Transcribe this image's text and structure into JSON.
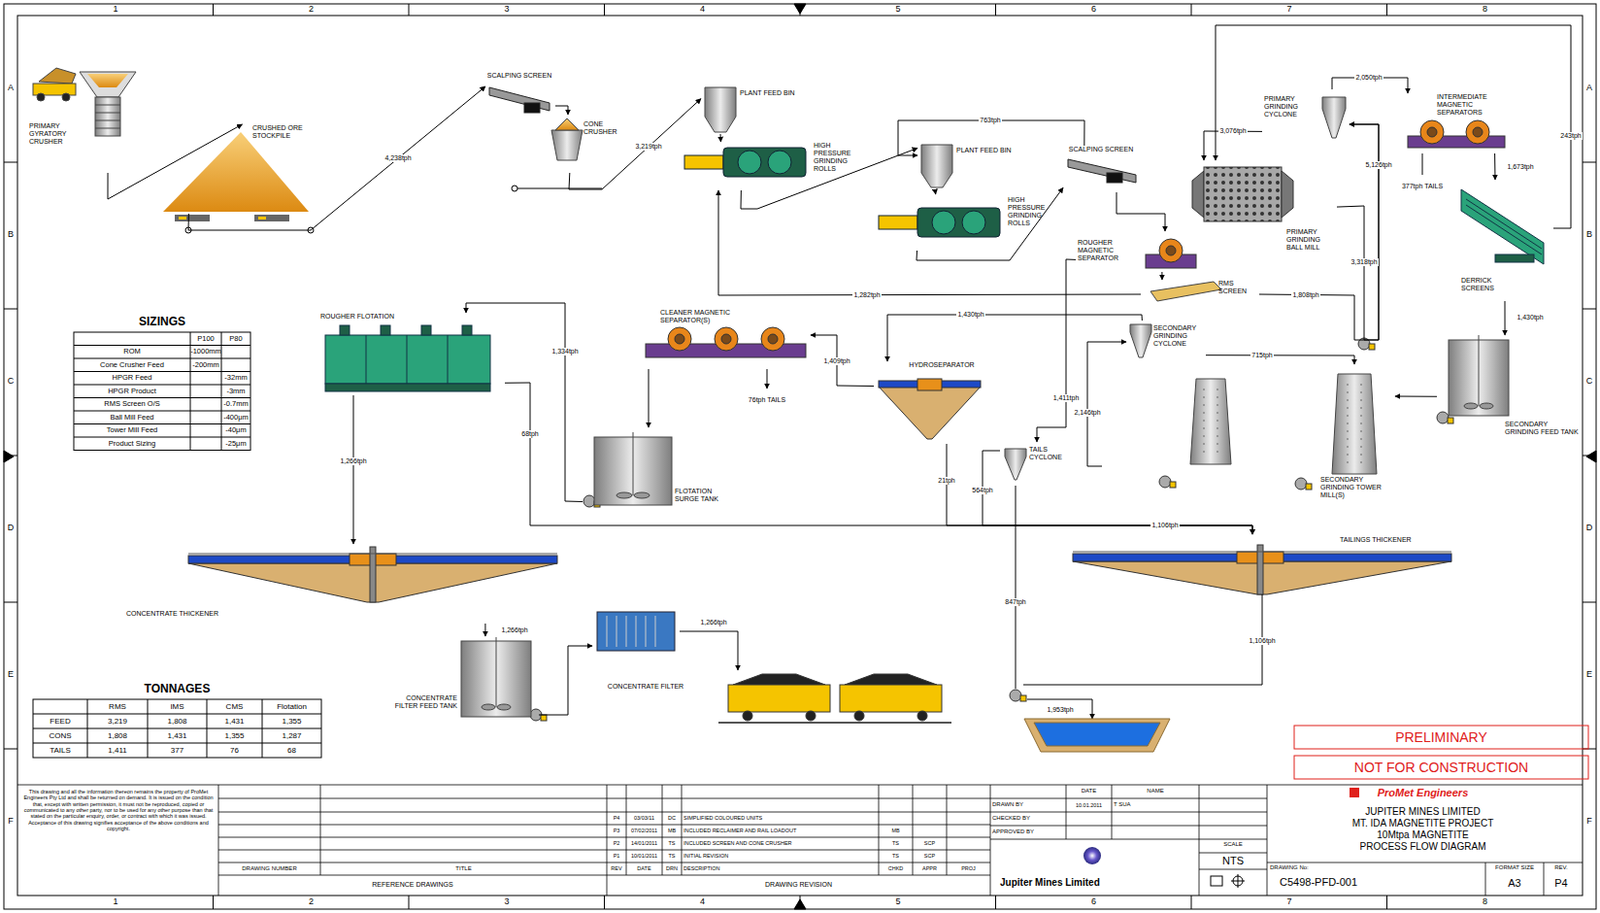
{
  "diagram": {
    "nodes": [
      {
        "text": [
          "PRIMARY GYRATORY CRUSHER"
        ]
      },
      {
        "text": [
          "CRUSHED ORE STOCKPILE"
        ]
      },
      {
        "text": [
          "SCALPING SCREEN"
        ]
      },
      {
        "text": [
          "CONE CRUSHER"
        ]
      },
      {
        "text": [
          "PLANT FEED BIN"
        ]
      },
      {
        "text": [
          "HIGH PRESSURE GRINDING ROLLS"
        ]
      },
      {
        "text": [
          "PLANT FEED BIN"
        ]
      },
      {
        "text": [
          "HIGH PRESSURE GRINDING ROLLS"
        ]
      },
      {
        "text": [
          "SCALPING SCREEN"
        ]
      },
      {
        "text": [
          "ROUGHER MAGNETIC SEPARATOR"
        ]
      },
      {
        "text": [
          "RMS SCREEN"
        ]
      },
      {
        "text": [
          "PRIMARY GRINDING CYCLONE"
        ]
      },
      {
        "text": [
          "PRIMARY GRINDING BALL MILL"
        ]
      },
      {
        "text": [
          "INTERMEDIATE MAGNETIC SEPARATORS"
        ]
      },
      {
        "text": [
          "DERRICK SCREENS"
        ]
      },
      {
        "text": [
          "SECONDARY GRINDING FEED TANK"
        ]
      },
      {
        "text": [
          "SECONDARY GRINDING CYCLONE"
        ]
      },
      {
        "text": [
          "SECONDARY GRINDING TOWER MILL(S)"
        ]
      },
      {
        "text": [
          "HYDROSEPARATOR"
        ]
      },
      {
        "text": [
          "CLEANER MAGNETIC SEPARATOR(S)"
        ]
      },
      {
        "text": [
          "FLOTATION SURGE TANK"
        ]
      },
      {
        "text": [
          "ROUGHER FLOTATION"
        ]
      },
      {
        "text": [
          "TAILS CYCLONE"
        ]
      },
      {
        "text": [
          "CONCENTRATE THICKENER"
        ]
      },
      {
        "text": [
          "CONCENTRATE FILTER FEED TANK"
        ]
      },
      {
        "text": [
          "CONCENTRATE FILTER"
        ]
      },
      {
        "text": [
          "TAILINGS THICKENER"
        ]
      }
    ],
    "edges": [
      {
        "from": 0,
        "to": 1,
        "arrow": "to"
      },
      {
        "from": 1,
        "to": 2,
        "label": "4,238tph",
        "arrow": "to"
      },
      {
        "from": 2,
        "to": 3,
        "arrow": "to"
      },
      {
        "from": 3,
        "to": 4,
        "label": "3,219tph",
        "arrow": "to"
      },
      {
        "from": 4,
        "to": 5,
        "arrow": "to"
      },
      {
        "from": 5,
        "to": 6,
        "arrow": "to"
      },
      {
        "from": 6,
        "to": 7,
        "arrow": "to"
      },
      {
        "from": 7,
        "to": 8,
        "arrow": "to"
      },
      {
        "from": 8,
        "to": 6,
        "label": "763tph",
        "arrow": "to"
      },
      {
        "from": 8,
        "to": 9,
        "arrow": "to"
      },
      {
        "from": 9,
        "to": 10,
        "arrow": "to"
      },
      {
        "from": 10,
        "to": 5,
        "label": "1,282tph",
        "arrow": "to"
      },
      {
        "from": 10,
        "to": 11,
        "label": "1,808tph",
        "arrow": "to"
      },
      {
        "from": 12,
        "to": 11,
        "label": "3,318tph",
        "arrow": "to"
      },
      {
        "from": 11,
        "to": 12,
        "label": "3,076tph",
        "arrow": "to"
      },
      {
        "from": 11,
        "to": 13,
        "label": "2,050tph",
        "arrow": "to"
      },
      {
        "from": 13,
        "to": 14,
        "label": "1,673tph",
        "arrow": "to"
      },
      {
        "from": 14,
        "to": 12,
        "label": "243tph",
        "arrow": "to"
      },
      {
        "from": 14,
        "to": 15,
        "label": "1,430tph",
        "arrow": "to"
      },
      {
        "from": 15,
        "to": 17,
        "arrow": "to"
      },
      {
        "from": 16,
        "to": 17,
        "label": "715tph",
        "arrow": "to"
      },
      {
        "from": 17,
        "to": 16,
        "label": "2,146tph",
        "arrow": "to"
      },
      {
        "from": 16,
        "to": 18,
        "label": "1,430tph",
        "arrow": "to"
      },
      {
        "from": 18,
        "to": 19,
        "label": "1,409tph",
        "arrow": "to"
      },
      {
        "from": 19,
        "to": 20,
        "arrow": "to"
      },
      {
        "from": 20,
        "to": 21,
        "label": "1,334tph",
        "arrow": "to"
      },
      {
        "from": 21,
        "to": 23,
        "label": "1,266tph",
        "arrow": "to"
      },
      {
        "from": 21,
        "to": 26,
        "label": "68tph",
        "arrow": "to"
      },
      {
        "from": 18,
        "to": 26,
        "label": "21tph",
        "arrow": "to"
      },
      {
        "from": 9,
        "to": 22,
        "label": "1,411tph",
        "arrow": "to"
      },
      {
        "from": 22,
        "to": 26,
        "label": "564tph",
        "arrow": "to"
      },
      {
        "from": 23,
        "to": 24,
        "label": "1,266tph",
        "arrow": "to"
      },
      {
        "from": 24,
        "to": 25,
        "arrow": "to"
      }
    ],
    "labels": [
      "1",
      "2",
      "3",
      "4",
      "5",
      "6",
      "7",
      "8",
      "1",
      "2",
      "3",
      "4",
      "5",
      "6",
      "7",
      "8",
      "A",
      "B",
      "C",
      "D",
      "E",
      "F",
      "A",
      "B",
      "C",
      "D",
      "E",
      "F",
      "SIZINGS",
      "P100",
      "P80",
      "ROM",
      "-1000mm",
      "Cone Crusher Feed",
      "-200mm",
      "HPGR Feed",
      "-32mm",
      "HPGR Product",
      "-3mm",
      "RMS Screen O/S",
      "-0.7mm",
      "Ball Mill Feed",
      "-400μm",
      "Tower Mill Feed",
      "-40μm",
      "Product Sizing",
      "-25μm",
      "TONNAGES",
      "RMS",
      "IMS",
      "CMS",
      "Flotation",
      "FEED",
      "3,219",
      "1,808",
      "1,431",
      "1,355",
      "CONS",
      "1,808",
      "1,431",
      "1,355",
      "1,287",
      "TAILS",
      "1,411",
      "377",
      "76",
      "68",
      "5,126tph",
      "377tph TAILS",
      "76tph TAILS",
      "1,106tph",
      "847tph",
      "1,106tph",
      "1,953tph",
      "1,266tph",
      "PRELIMINARY",
      "NOT FOR CONSTRUCTION",
      "This drawing and all the information thereon remains the property of ProMet Engineers Pty Ltd and shall be returned on demand. It is issued on the condition that, except with written permission, it must not be reproduced, copied or communicated to any other party, nor to be used for any other purpose than that stated on the particular enquiry, order, or contract with which it was issued. Acceptance of this drawing signifies acceptance of the above conditions and copyright.",
      "DRAWING NUMBER",
      "TITLE",
      "REFERENCE DRAWINGS",
      "P4",
      "03/03/11",
      "DC",
      "SIMPLIFIED COLOURED UNITS",
      "P3",
      "07/02/2011",
      "MB",
      "INCLUDED RECLAIMER AND RAIL LOADOUT",
      "MB",
      "P2",
      "14/01/2011",
      "TS",
      "INCLUDED SCREEN AND CONE CRUSHER",
      "TS",
      "SCP",
      "P1",
      "10/01/2011",
      "TS",
      "INITIAL REVISION",
      "TS",
      "SCP",
      "REV",
      "DATE",
      "DRN",
      "DESCRIPTION",
      "CHKD",
      "APPR",
      "PROJ",
      "DRAWING REVISION",
      "DATE",
      "NAME",
      "DRAWN BY",
      "10.01.2011",
      "T SUA",
      "CHECKED BY",
      "APPROVED BY",
      "SCALE",
      "NTS",
      "Jupiter Mines Limited",
      "ProMet Engineers",
      "JUPITER MINES LIMITED",
      "MT. IDA MAGNETITE PROJECT",
      "10Mtpa MAGNETITE",
      "PROCESS FLOW DIAGRAM",
      "DRAWING No:",
      "C5498-PFD-001",
      "FORMAT SIZE",
      "A3",
      "REV.",
      "P4"
    ]
  }
}
